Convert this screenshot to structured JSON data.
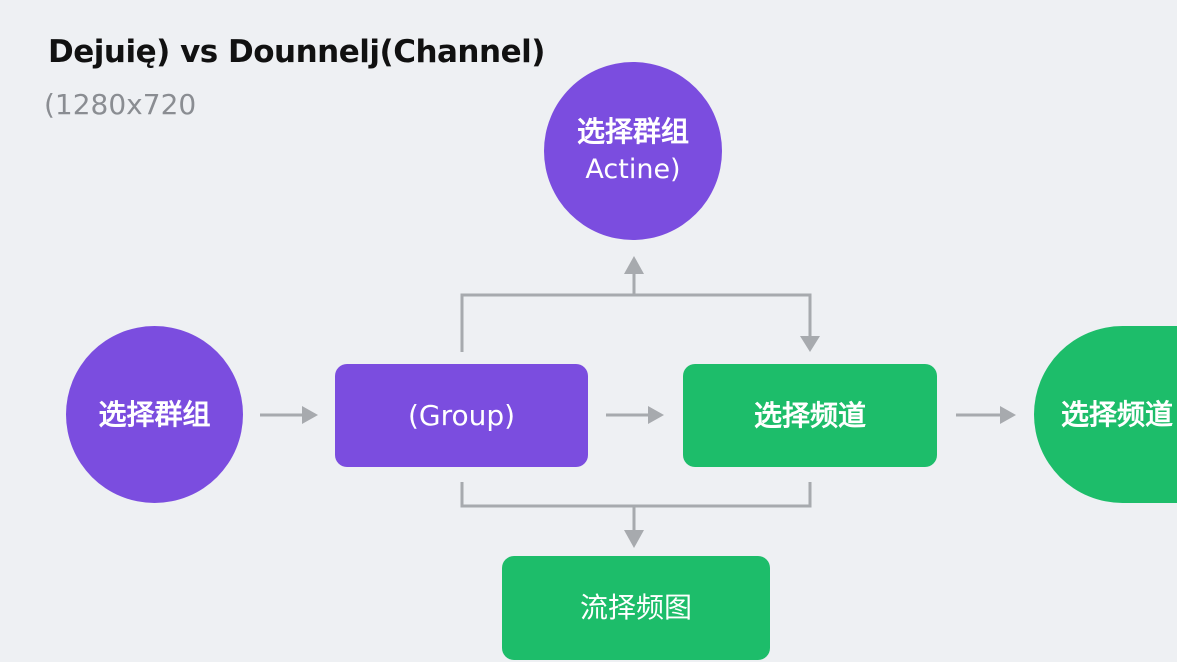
{
  "title": "Dejuię) vs Dounnelj(Channel)",
  "subtitle": "(1280x720",
  "colors": {
    "purple": "#7b4ddf",
    "green": "#1dbd6a",
    "connector": "#a7aaae",
    "background": "#eef0f3"
  },
  "nodes": {
    "start_group": {
      "label": "选择群组"
    },
    "active_group": {
      "line1": "选择群组",
      "line2": "Actine)"
    },
    "group_box": {
      "label": "(Group)"
    },
    "channel_box": {
      "label": "选择频道"
    },
    "end_channel": {
      "label": "选择频道"
    },
    "bottom_box": {
      "label": "流择频图"
    }
  }
}
